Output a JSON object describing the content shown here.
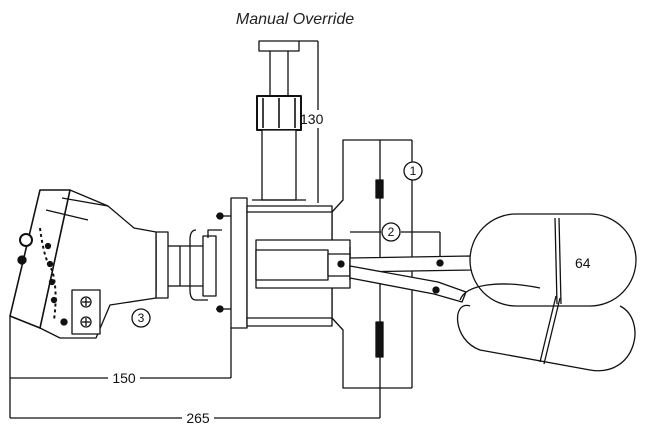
{
  "title": "Manual Override",
  "dimensions": {
    "override_height": "130",
    "float_diameter": "64",
    "head_length": "150",
    "overall_length": "265"
  },
  "callouts": [
    "1",
    "2",
    "3"
  ]
}
